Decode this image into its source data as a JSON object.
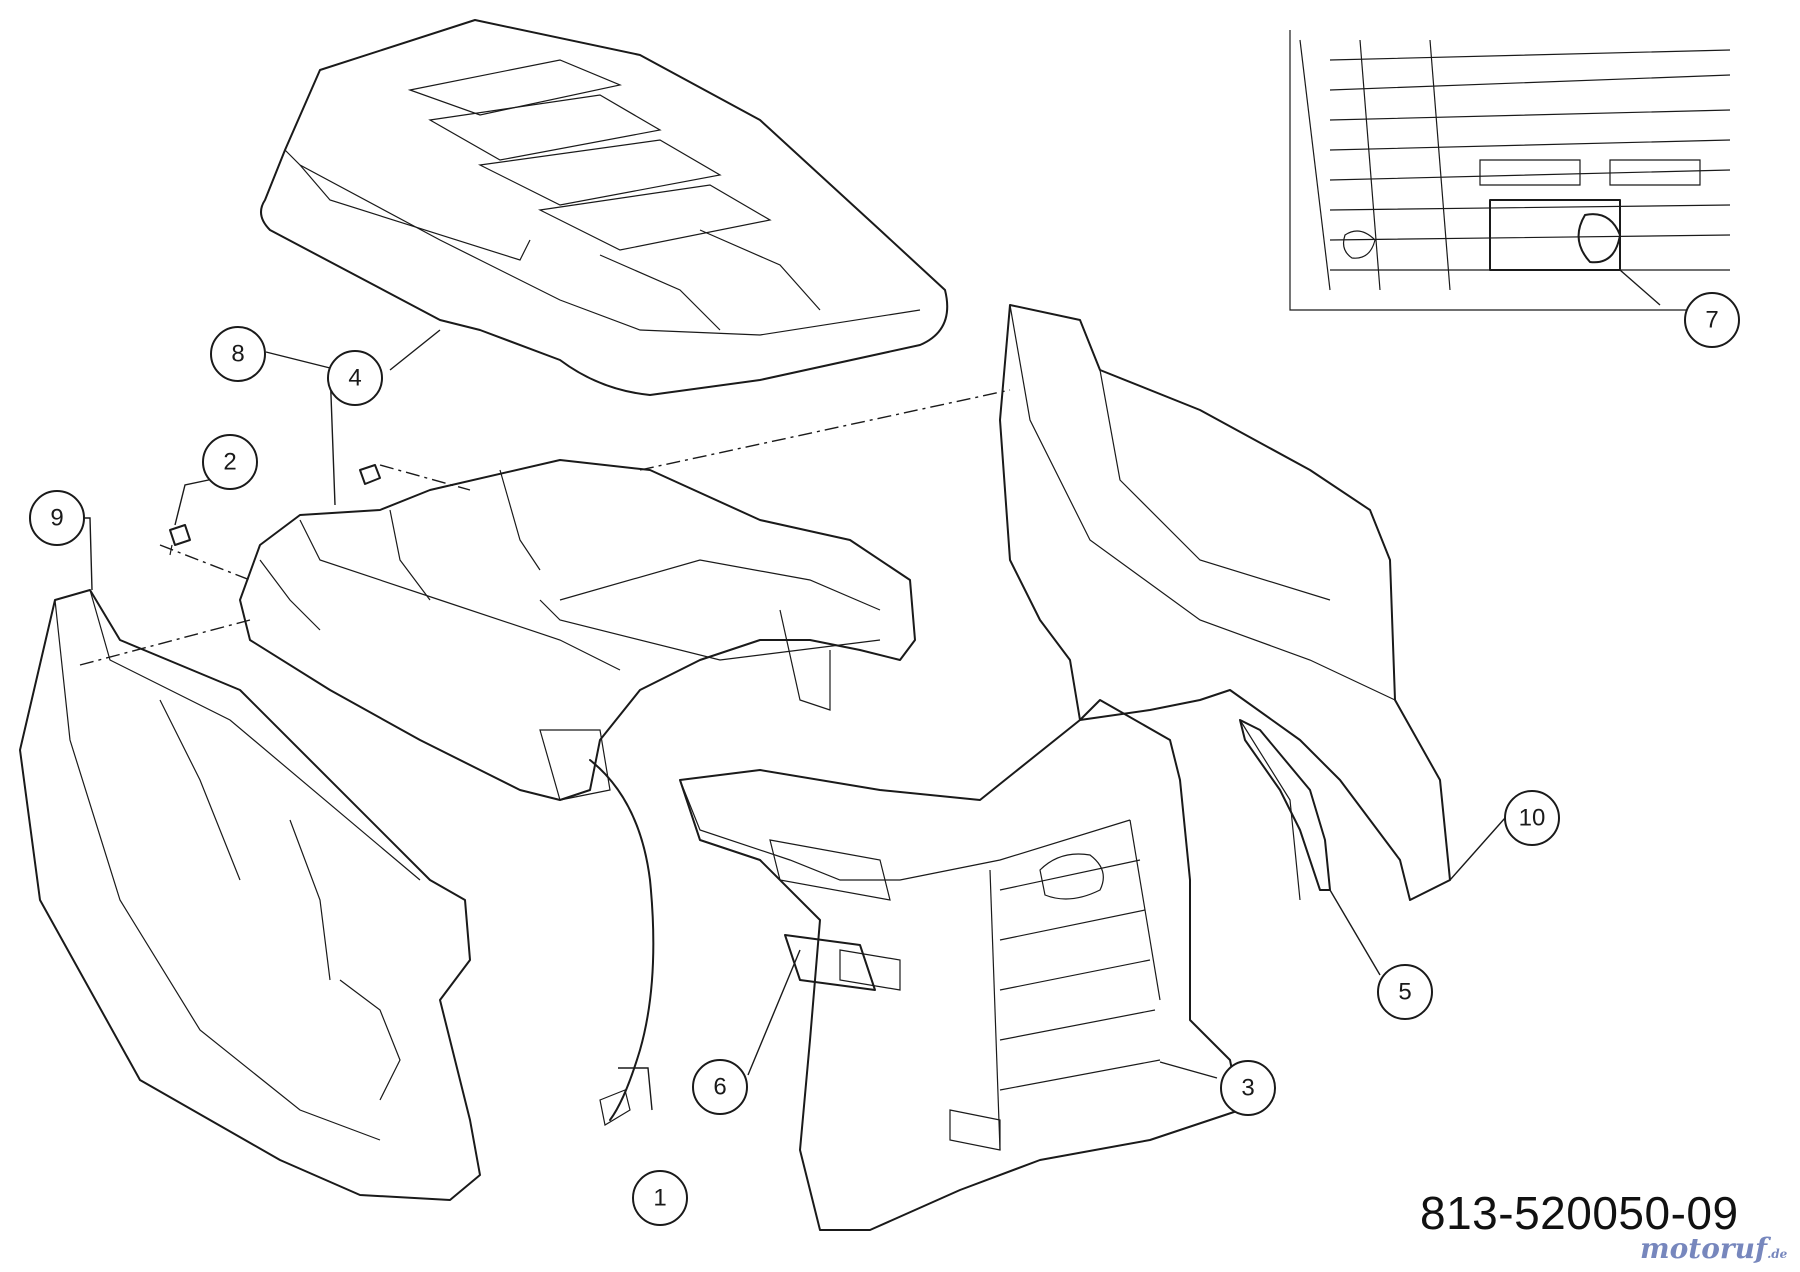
{
  "diagram": {
    "part_number": "813-520050-09",
    "watermark": {
      "text": "motoruf",
      "tld": ".de"
    },
    "callouts": [
      "1",
      "2",
      "3",
      "4",
      "5",
      "6",
      "7",
      "8",
      "9",
      "10"
    ],
    "colors": {
      "stroke": "#1a1a1a",
      "background": "#ffffff",
      "watermark": "#4a5fa8"
    }
  }
}
